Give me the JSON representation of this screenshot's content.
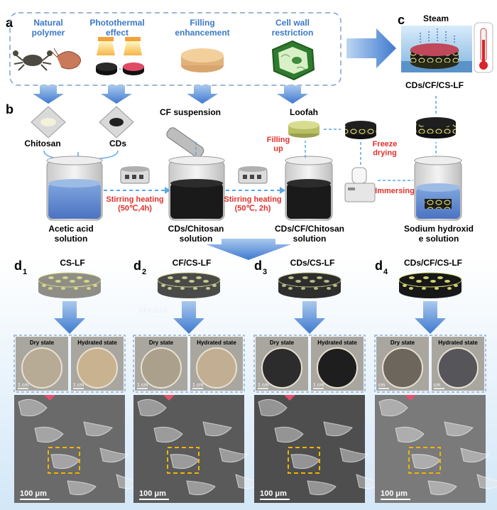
{
  "colors": {
    "panel_letter": "#000000",
    "feature_blue": "#3a78c8",
    "arrow_blue": "#5aa6e6",
    "heating_red": "#e0302c",
    "dashed_box": "#7f9fc8",
    "highlight_orange": "#f0b400",
    "scale_pink": "#e8506e"
  },
  "panel_a": {
    "letter": "a",
    "features": [
      "Natural\npolymer",
      "Photothermal\neffect",
      "Filling\nenhancement",
      "Cell wall\nrestriction"
    ]
  },
  "panel_b": {
    "letter": "b",
    "chitosan": "Chitosan",
    "cds": "CDs",
    "cf_suspension": "CF suspension",
    "loofah": "Loofah",
    "filling_up": "Filling\nup",
    "freeze_drying": "Freeze\ndrying",
    "immersing": "Immersing",
    "stirring_1": "Stirring heating\n(50℃,4h)",
    "stirring_2": "Stirring heating\n(50℃, 2h)",
    "beaker_labels": [
      "Acetic acid\nsolution",
      "CDs/Chitosan\nsolution",
      "CDs/CF/Chitosan\nsolution",
      "Sodium hydroxid\ne solution"
    ]
  },
  "panel_c": {
    "letter": "c",
    "steam": "Steam",
    "product": "CDs/CF/CS-LF"
  },
  "panel_d": {
    "letter": "d",
    "samples": [
      {
        "subscript": "1",
        "name": "CS-LF",
        "sem_bg": "#6a6a6a",
        "dry_color": "#b8ab95",
        "wet_color": "#c9b290",
        "foam": "#8e8e86",
        "spots": "#d8d48a"
      },
      {
        "subscript": "2",
        "name": "CF/CS-LF",
        "sem_bg": "#5a5a5a",
        "dry_color": "#aaa08c",
        "wet_color": "#c2ae92",
        "foam": "#4a4a48",
        "spots": "#c8c890"
      },
      {
        "subscript": "3",
        "name": "CDs/CS-LF",
        "sem_bg": "#4e4e4e",
        "dry_color": "#2c2c2c",
        "wet_color": "#1e1e1e",
        "foam": "#2e2e2e",
        "spots": "#b8b880"
      },
      {
        "subscript": "4",
        "name": "CDs/CF/CS-LF",
        "sem_bg": "#7a7a7a",
        "dry_color": "#6c665c",
        "wet_color": "#55555a",
        "foam": "#181818",
        "spots": "#d0d070"
      }
    ],
    "dry_state": "Dry state",
    "hydrated_state": "Hydrated state",
    "photo_scale": [
      "1 cm",
      "1 cm",
      "1 cm",
      "cm"
    ],
    "sem_scale": "100 μm",
    "ghost_label": "CF/CS-LF"
  }
}
